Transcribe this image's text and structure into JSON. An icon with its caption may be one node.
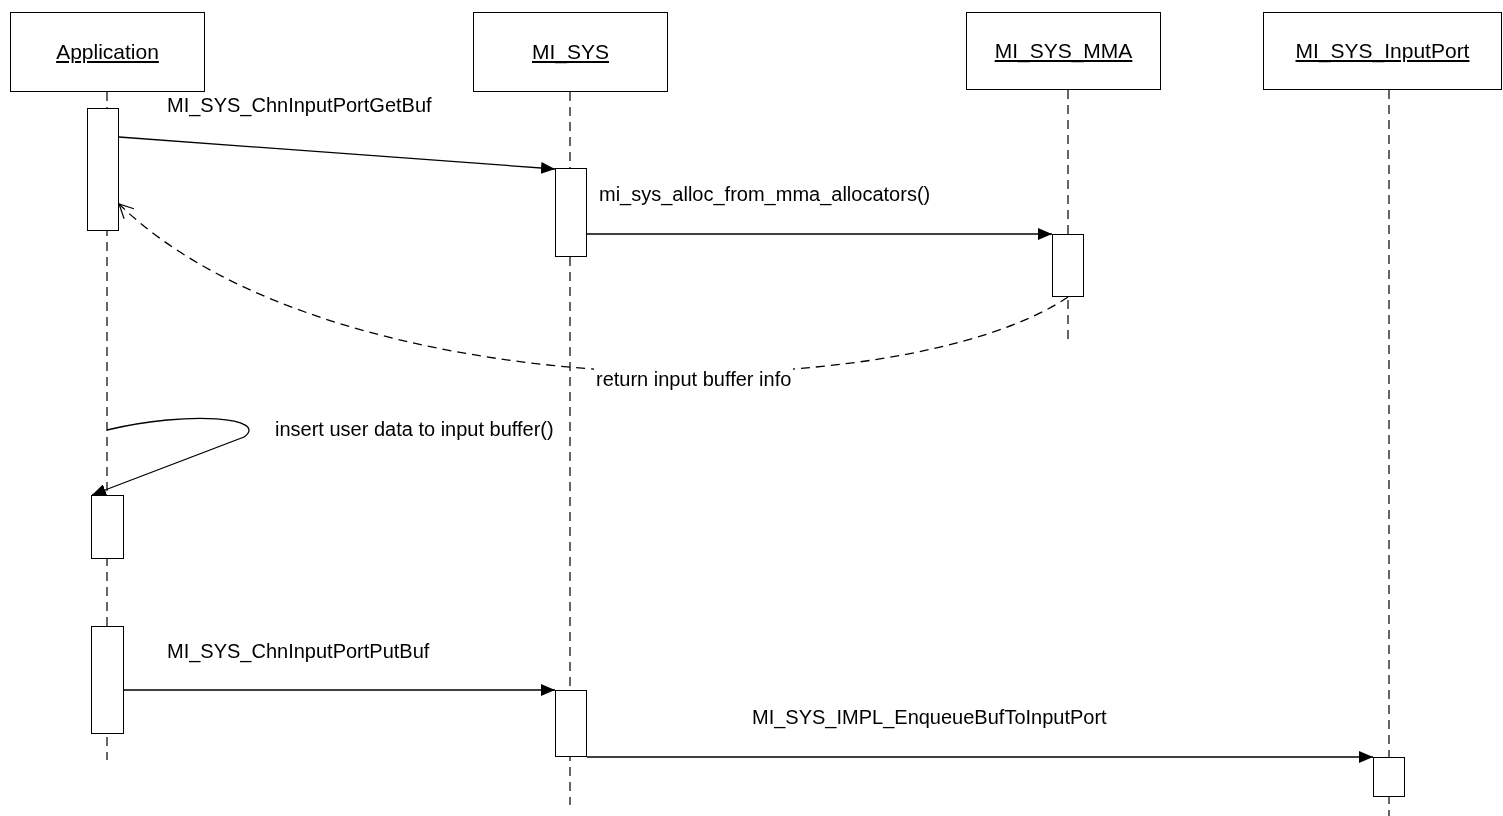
{
  "diagram": {
    "nodes": [
      {
        "text": [
          "Application"
        ]
      },
      {
        "text": [
          "MI_SYS"
        ]
      },
      {
        "text": [
          "MI_SYS_MMA"
        ]
      },
      {
        "text": [
          "MI_SYS_InputPort"
        ]
      },
      {
        "text": [],
        "shape": "bar"
      },
      {
        "text": [],
        "shape": "bar"
      },
      {
        "text": [],
        "shape": "bar"
      },
      {
        "text": [],
        "shape": "bar"
      },
      {
        "text": [],
        "shape": "bar"
      },
      {
        "text": [],
        "shape": "bar"
      },
      {
        "text": [],
        "shape": "bar"
      }
    ],
    "edges": [
      {
        "from": 4,
        "to": 7,
        "arrow": "to",
        "label": "MI_SYS_ChnInputPortGetBuf"
      },
      {
        "from": 7,
        "to": 9,
        "arrow": "to",
        "label": "mi_sys_alloc_from_mma_allocators()"
      },
      {
        "from": 9,
        "to": 4,
        "arrow": "to",
        "label": "return input buffer info",
        "style": "dashed"
      },
      {
        "from": null,
        "to": 5,
        "arrow": "to",
        "label": "insert user data to input buffer()"
      },
      {
        "from": 6,
        "to": 8,
        "arrow": "to",
        "label": "MI_SYS_ChnInputPortPutBuf"
      },
      {
        "from": 8,
        "to": 10,
        "arrow": "to",
        "label": "MI_SYS_IMPL_EnqueueBufToInputPort"
      }
    ]
  }
}
